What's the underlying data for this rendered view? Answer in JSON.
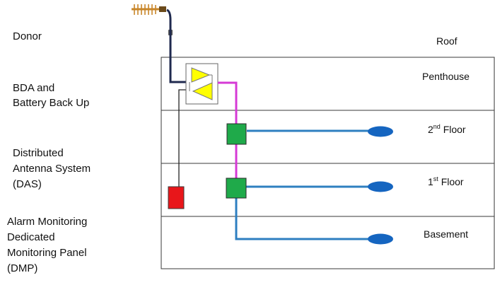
{
  "left_labels": {
    "donor": "Donor",
    "bda_line1": "BDA and",
    "bda_line2": "Battery Back Up",
    "das_line1": "Distributed",
    "das_line2": "Antenna System",
    "das_line3": "(DAS)",
    "alarm_line1": "Alarm Monitoring",
    "alarm_line2": "Dedicated",
    "alarm_line3": "Monitoring Panel",
    "alarm_line4": "(DMP)"
  },
  "floors": {
    "roof": "Roof",
    "penthouse": "Penthouse",
    "second_num": "2",
    "second_sup": "nd",
    "second_word": " Floor",
    "first_num": "1",
    "first_sup": "st",
    "first_word": " Floor",
    "basement": "Basement"
  },
  "colors": {
    "donor_cable": "#1f2a4f",
    "bda_fill": "#ffff00",
    "bda_box_border": "#666666",
    "riser_cable": "#d63ad6",
    "splitter_fill": "#1faa4a",
    "antenna_cable": "#2e7fc0",
    "antenna_fill": "#1565c0",
    "dmp_fill": "#e8161a",
    "antenna_mast": "#c8862a"
  },
  "icons": [
    "donor-antenna-icon",
    "bda-amplifier-icon",
    "splitter-icon",
    "ceiling-antenna-icon",
    "dmp-panel-icon"
  ]
}
